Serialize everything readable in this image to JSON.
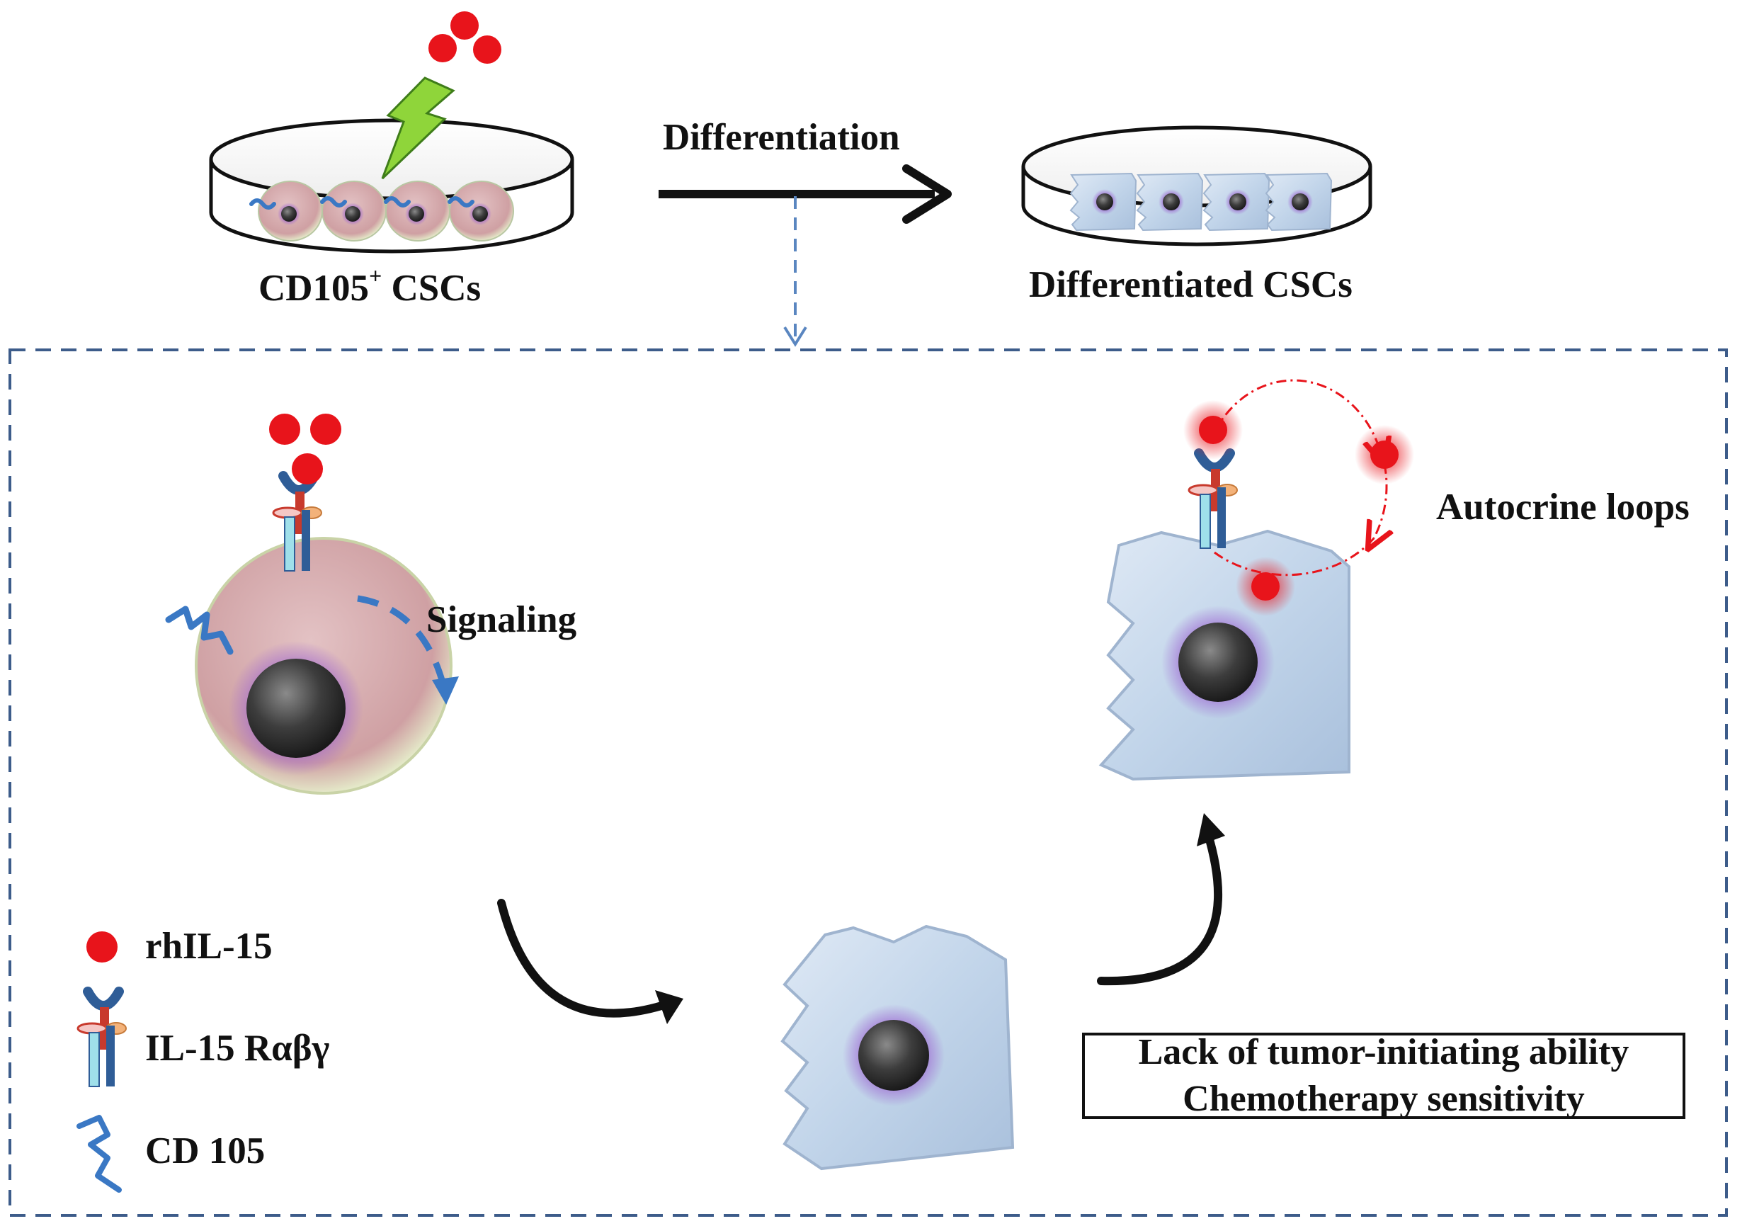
{
  "top": {
    "source_label_main": "CD105",
    "source_label_sup": "+",
    "source_label_suffix": " CSCs",
    "arrow_label": "Differentiation",
    "target_label": "Differentiated CSCs"
  },
  "panel": {
    "signaling_label": "Signaling",
    "autocrine_label": "Autocrine loops",
    "outcome_lines": [
      "Lack of tumor-initiating ability",
      "Chemotherapy sensitivity"
    ]
  },
  "legend": {
    "items": [
      {
        "icon": "red-circle-icon",
        "label": "rhIL-15"
      },
      {
        "icon": "receptor-icon",
        "label": "IL-15 Rαβγ"
      },
      {
        "icon": "cd105-squiggle-icon",
        "label": "CD 105"
      }
    ]
  },
  "colors": {
    "rhil15": "#e8141b",
    "dashed_border": "#3d5c8a",
    "round_cell": "#d6a7a8",
    "differentiated_cell": "#c5d7ea",
    "nucleus": "#3f3f3f",
    "lightning": "#8fd53a",
    "receptor_blue": "#2f5d97",
    "receptor_red": "#c83a2d",
    "receptor_cyan": "#9fe0ea",
    "receptor_orange": "#f3b27a"
  }
}
